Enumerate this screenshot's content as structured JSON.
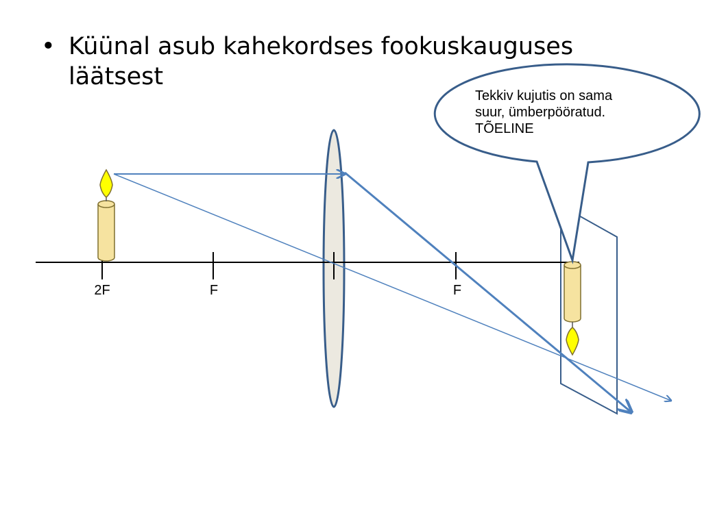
{
  "slide": {
    "bullet": "•",
    "title": "Küünal asub kahekordses fookuskauguses läätsest"
  },
  "diagram": {
    "labels": {
      "two_f": "2F",
      "f_left": "F",
      "f_right": "F"
    },
    "callout": {
      "lines": [
        "Tekkiv kujutis on sama",
        "suur, ümberpööratud.",
        "TÕELINE"
      ]
    },
    "colors": {
      "ray": "#4f81bd",
      "callout_border": "#385d8a",
      "candle_body": "#f6e3a0",
      "flame": "#ffff00",
      "lens_fill": "#ece9e0",
      "screen_border": "#385d8a"
    }
  }
}
